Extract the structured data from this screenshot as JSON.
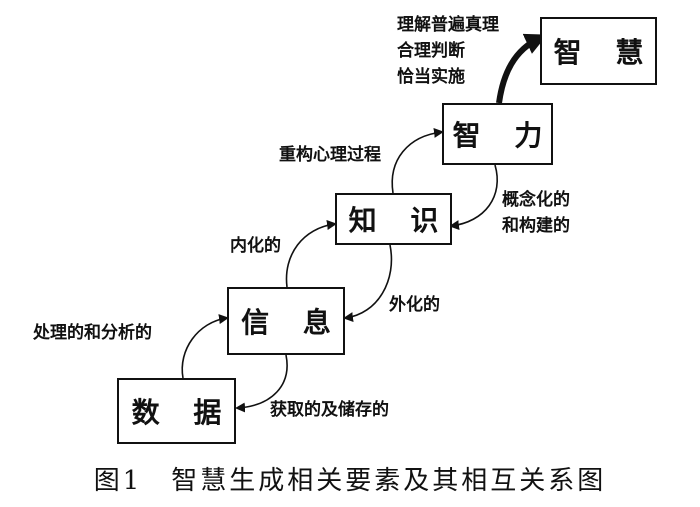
{
  "boxes": {
    "data": "数 据",
    "information": "信 息",
    "knowledge": "知 识",
    "intelligence": "智 力",
    "wisdom": "智 慧"
  },
  "labels": {
    "process_analyze": "处理的和分析的",
    "acquire_store": "获取的及储存的",
    "internalized": "内化的",
    "externalized": "外化的",
    "restructure": "重构心理过程",
    "conceptualize_line1": "概念化的",
    "conceptualize_line2": "和构建的",
    "wisdom_line1": "理解普遍真理",
    "wisdom_line2": "合理判断",
    "wisdom_line3": "恰当实施"
  },
  "caption": "图1　智慧生成相关要素及其相互关系图"
}
